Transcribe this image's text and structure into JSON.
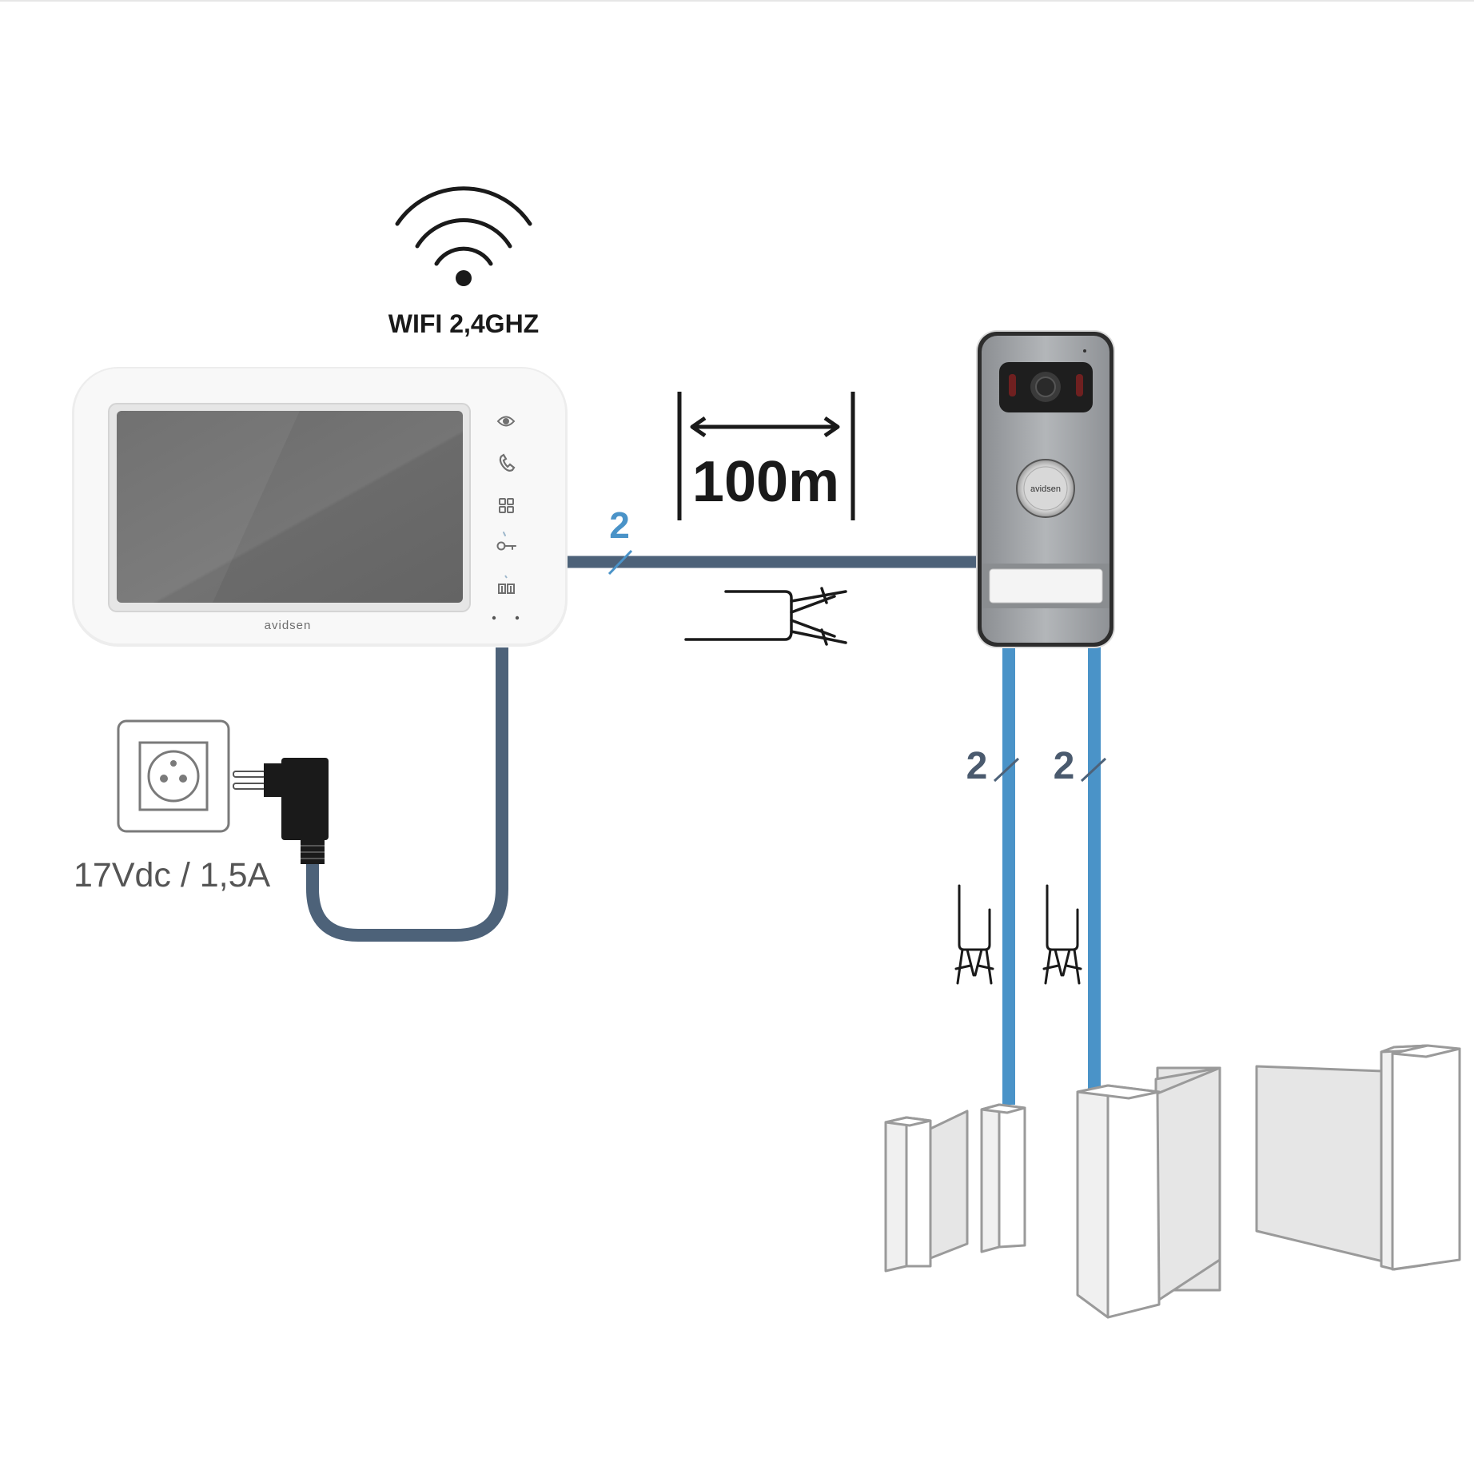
{
  "wifi": {
    "label": "WIFI 2,4GHZ",
    "icon": "wifi-icon"
  },
  "monitor": {
    "brand": "avidsen",
    "buttons": [
      {
        "icon": "eye-icon"
      },
      {
        "icon": "phone-icon"
      },
      {
        "icon": "grid-icon"
      },
      {
        "icon": "key-icon"
      },
      {
        "icon": "gate-icon"
      }
    ]
  },
  "power": {
    "label": "17Vdc / 1,5A"
  },
  "cable": {
    "distance": "100m",
    "wire_count": "2"
  },
  "doorbell": {
    "brand": "avidsen"
  },
  "outputs": [
    {
      "wire_count": "2"
    },
    {
      "wire_count": "2"
    }
  ],
  "colors": {
    "cable_dark": "#4d6279",
    "cable_light": "#4a93c8",
    "text_dark": "#1a1a1a",
    "text_label": "#4a5a6e",
    "power_text": "#555555"
  }
}
